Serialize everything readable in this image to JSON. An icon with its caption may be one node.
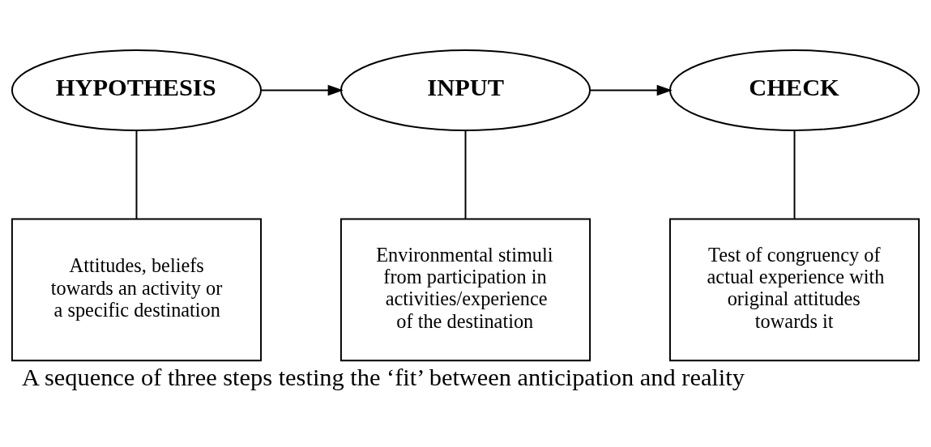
{
  "diagram": {
    "caption": "A sequence of three steps testing the ‘fit’ between anticipation and reality",
    "nodes": [
      {
        "text": [
          "HYPOTHESIS"
        ]
      },
      {
        "text": [
          "INPUT"
        ]
      },
      {
        "text": [
          "CHECK"
        ]
      },
      {
        "text": [
          "Attitudes, beliefs towards an activity or a specific destination"
        ]
      },
      {
        "text": [
          "Environmental stimuli from participation in activities/experience of the destination"
        ]
      },
      {
        "text": [
          "Test of congruency of actual experience with original attitudes towards it"
        ]
      }
    ],
    "edges": [
      {
        "from": 0,
        "to": 1,
        "arrow": "to"
      },
      {
        "from": 1,
        "to": 2,
        "arrow": "to"
      },
      {
        "from": 0,
        "to": 3,
        "arrow": "none"
      },
      {
        "from": 1,
        "to": 4,
        "arrow": "none"
      },
      {
        "from": 2,
        "to": 5,
        "arrow": "none"
      }
    ]
  }
}
